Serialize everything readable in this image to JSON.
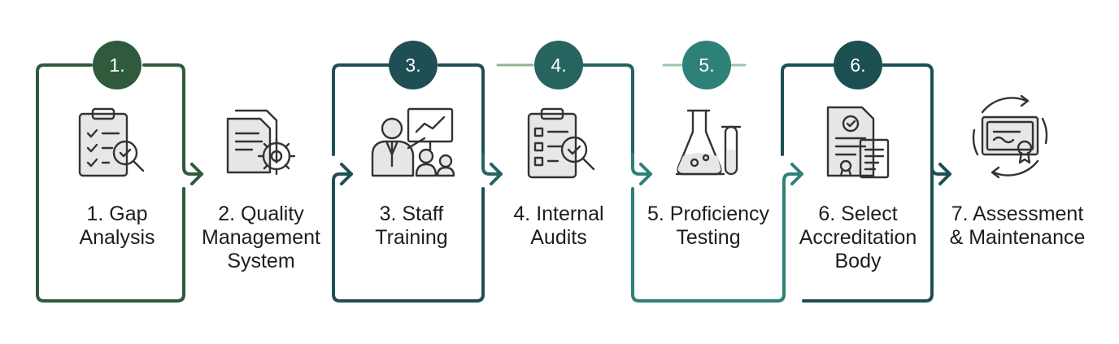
{
  "steps": [
    {
      "number": "1.",
      "label": "1. Gap\nAnalysis",
      "icon": "clipboard-magnifier-icon",
      "color": "#2f5a3c"
    },
    {
      "number": "",
      "label": "2. Quality\nManagement\nSystem",
      "icon": "document-gear-icon",
      "color": ""
    },
    {
      "number": "3.",
      "label": "3. Staff\nTraining",
      "icon": "trainer-presentation-icon",
      "color": "#1f4f55"
    },
    {
      "number": "4.",
      "label": "4. Internal\nAudits",
      "icon": "checklist-magnifier-icon",
      "color": "#25645f"
    },
    {
      "number": "5.",
      "label": "5. Proficiency\nTesting",
      "icon": "lab-flask-icon",
      "color": "#2d8178"
    },
    {
      "number": "6.",
      "label": "6. Select\nAccreditation\nBody",
      "icon": "certificate-documents-icon",
      "color": "#1b4f52"
    },
    {
      "number": "",
      "label": "7. Assessment\n& Maintenance",
      "icon": "certificate-cycle-icon",
      "color": ""
    }
  ],
  "colors": {
    "arrow": "#2e5f58",
    "text": "#1d1d1d",
    "icon": "#333333"
  }
}
